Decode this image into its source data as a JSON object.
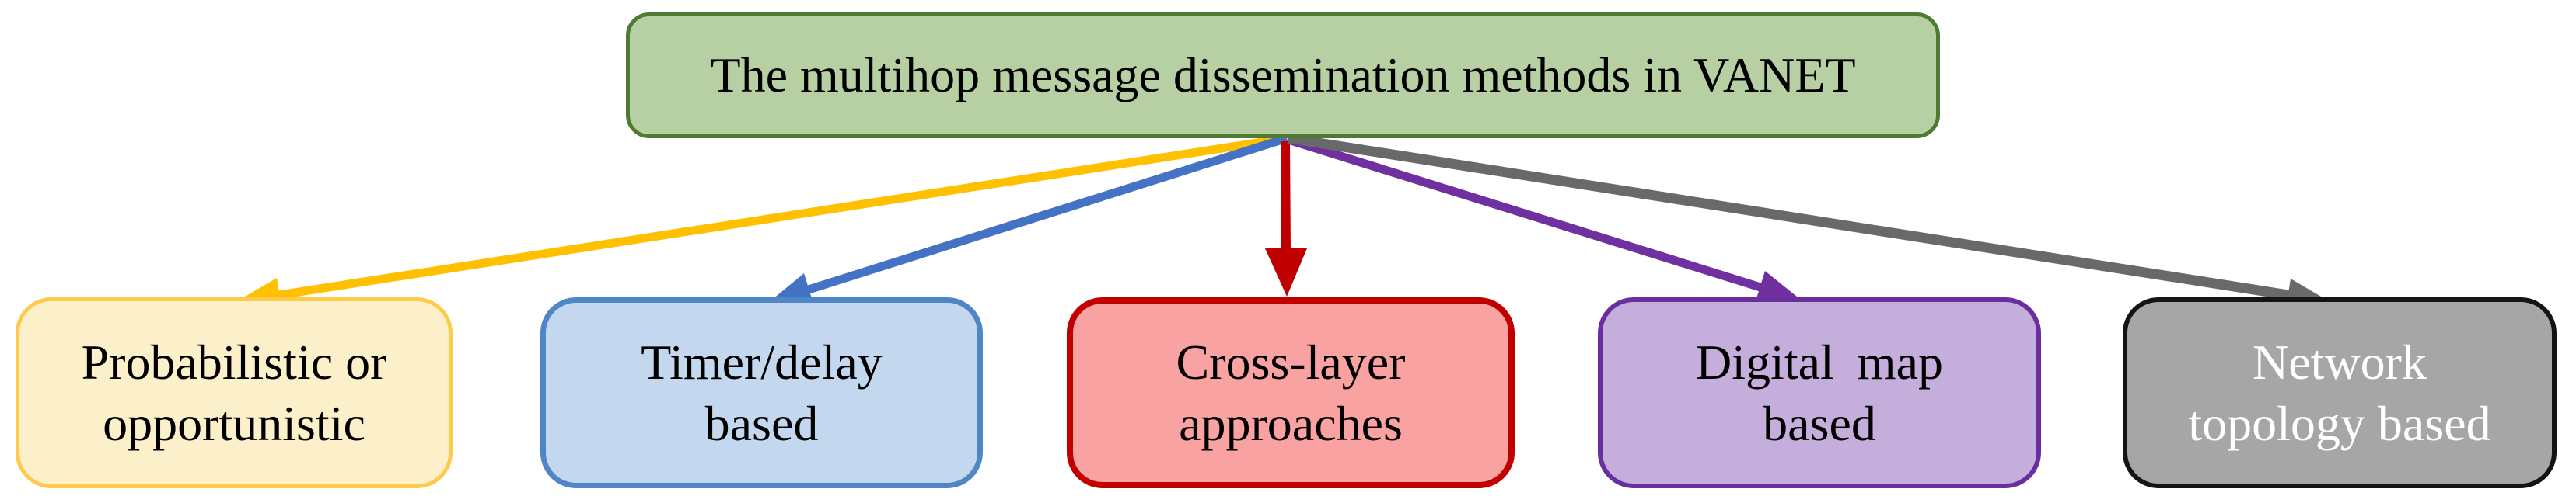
{
  "diagram": {
    "background": "#FFFFFF",
    "root": {
      "label": "The multihop message dissemination methods in VANET",
      "fill": "#B7D0A3",
      "border": "#4E7B31",
      "text_color": "#000000"
    },
    "children": [
      {
        "id": "probabilistic-or-opportunistic",
        "label_lines": [
          "Probabilistic or",
          "opportunistic"
        ],
        "fill": "#FCF0CB",
        "border": "#FFC94A",
        "text_color": "#000000",
        "arrow_color": "#FFC000"
      },
      {
        "id": "timer-delay-based",
        "label_lines": [
          "Timer/delay",
          "based"
        ],
        "fill": "#C3D8EE",
        "border": "#4E86C6",
        "text_color": "#000000",
        "arrow_color": "#4472C4"
      },
      {
        "id": "cross-layer-approaches",
        "label_lines": [
          "Cross-layer",
          "approaches"
        ],
        "fill": "#F9A2A2",
        "border": "#C00000",
        "text_color": "#000000",
        "arrow_color": "#C00000"
      },
      {
        "id": "digital-map-based",
        "label_lines": [
          "Digital map",
          "based"
        ],
        "fill": "#C6AEDC",
        "border": "#6A2F9E",
        "text_color": "#000000",
        "arrow_color": "#7030A0"
      },
      {
        "id": "network-topology-based",
        "label_lines": [
          "Network",
          "topology based"
        ],
        "fill": "#A6A6A6",
        "border": "#141414",
        "text_color": "#FFFFFF",
        "arrow_color": "#696969"
      }
    ]
  }
}
